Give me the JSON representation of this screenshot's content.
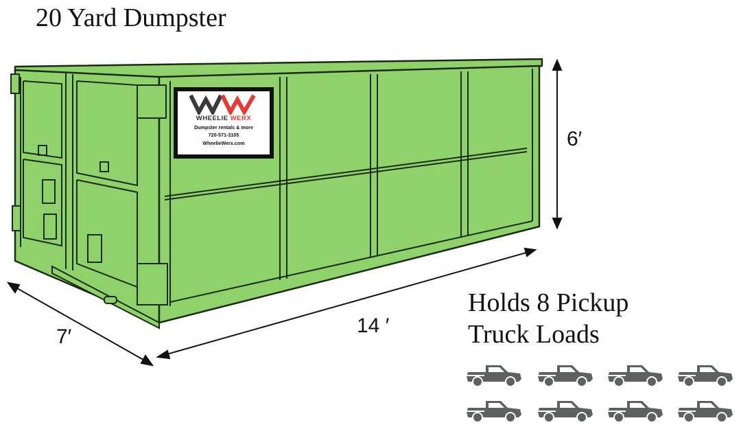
{
  "title": "20 Yard Dumpster",
  "dimensions": {
    "height": "6′",
    "length": "14 ′",
    "width": "7′"
  },
  "sticker": {
    "logo_icon": "ww-logo-icon",
    "brand_1": "WHEELIE ",
    "brand_2": "WERX",
    "tagline": "Dumpster rentals & more",
    "phone": "720-571-3105",
    "website": "WheelieWerx.com"
  },
  "capacity": {
    "line1": "Holds 8 Pickup",
    "line2": "Truck Loads",
    "truck_count": 8,
    "truck_icon": "pickup-truck-icon"
  },
  "colors": {
    "dumpster": "#8fd16a",
    "outline": "#1b2a12",
    "truck": "#5f6062",
    "accent": "#e53935"
  }
}
